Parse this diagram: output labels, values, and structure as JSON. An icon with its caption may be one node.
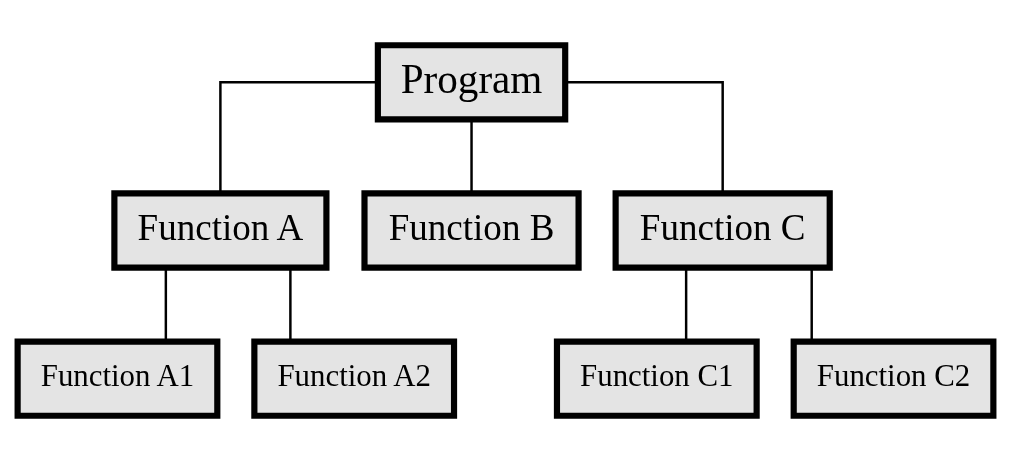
{
  "diagram": {
    "nodes": [
      {
        "text": [
          "Program"
        ]
      },
      {
        "text": [
          "Function A"
        ]
      },
      {
        "text": [
          "Function B"
        ]
      },
      {
        "text": [
          "Function C"
        ]
      },
      {
        "text": [
          "Function A1"
        ]
      },
      {
        "text": [
          "Function A2"
        ]
      },
      {
        "text": [
          "Function C1"
        ]
      },
      {
        "text": [
          "Function C2"
        ]
      }
    ],
    "edges": [
      {
        "from": 0,
        "to": 1,
        "arrow": "none"
      },
      {
        "from": 0,
        "to": 2,
        "arrow": "none"
      },
      {
        "from": 0,
        "to": 3,
        "arrow": "none"
      },
      {
        "from": 1,
        "to": 4,
        "arrow": "none"
      },
      {
        "from": 1,
        "to": 5,
        "arrow": "none"
      },
      {
        "from": 3,
        "to": 6,
        "arrow": "none"
      },
      {
        "from": 3,
        "to": 7,
        "arrow": "none"
      }
    ]
  }
}
